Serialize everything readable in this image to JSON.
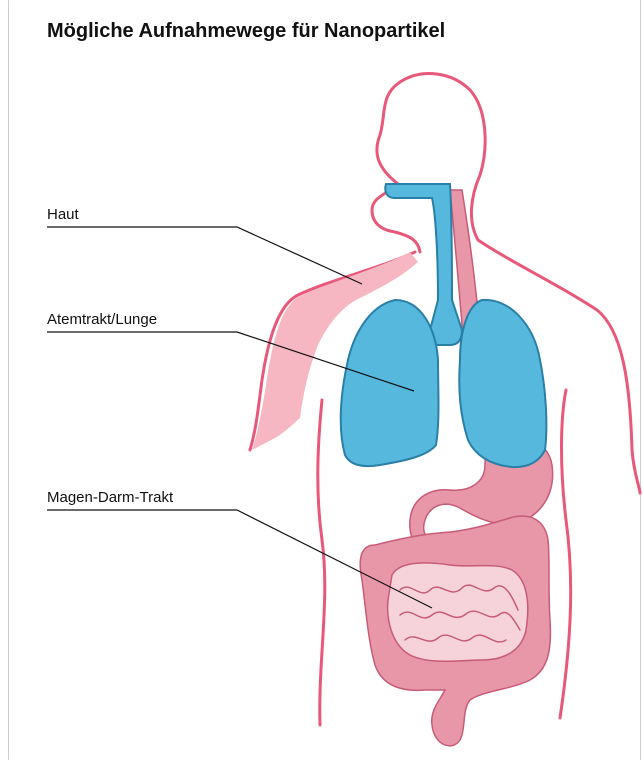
{
  "title": "Mögliche Aufnahmewege für Nanopartikel",
  "labels": {
    "skin": "Haut",
    "airway": "Atemtrakt/Lunge",
    "gut": "Magen-Darm-Trakt"
  },
  "colors": {
    "body_outline": "#e8587a",
    "skin_fill": "#f6b7c2",
    "lung_fill": "#57b8dd",
    "lung_stroke": "#2a7fa6",
    "gi_fill": "#e797a8",
    "gi_stroke": "#c75b78",
    "intestine_fill": "#f6d3da",
    "leader_line": "#111111",
    "frame_border": "#cccccc"
  }
}
